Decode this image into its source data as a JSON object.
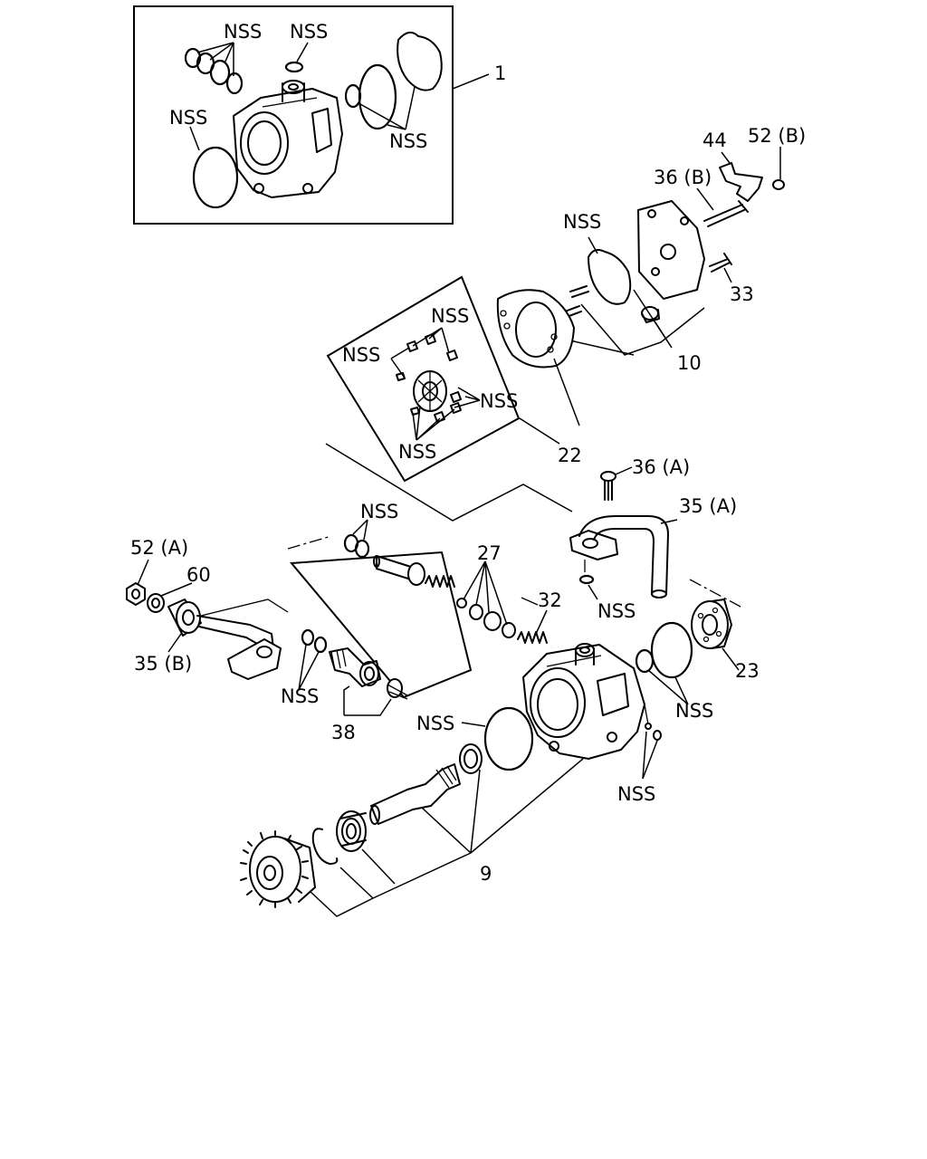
{
  "callouts": {
    "c1": "1",
    "c44": "44",
    "c52b": "52 (B)",
    "c36b": "36 (B)",
    "c33": "33",
    "c10": "10",
    "c22": "22",
    "c36a": "36 (A)",
    "c35a": "35 (A)",
    "c27": "27",
    "c32": "32",
    "c52a": "52 (A)",
    "c60": "60",
    "c35b": "35 (B)",
    "c38": "38",
    "c23": "23",
    "c9": "9",
    "nss": "NSS"
  }
}
